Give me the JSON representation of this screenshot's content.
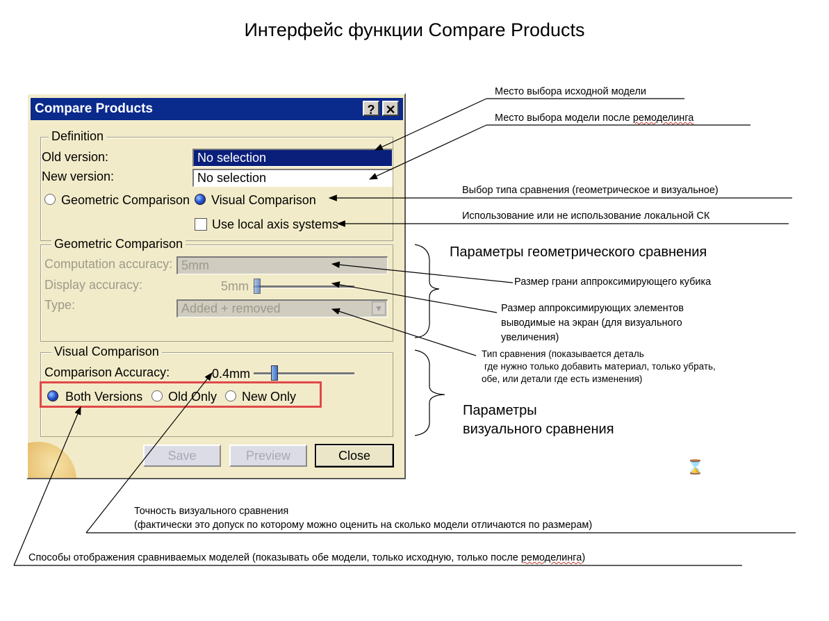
{
  "page_title": "Интерфейс функции Compare Products",
  "dialog": {
    "title": "Compare Products",
    "help_label": "?",
    "close_label": "✕",
    "definition": {
      "legend": "Definition",
      "old_version_label": "Old version:",
      "old_version_value": "No selection",
      "new_version_label": "New version:",
      "new_version_value": "No selection",
      "geometric_radio": "Geometric Comparison",
      "visual_radio": "Visual Comparison",
      "selected_mode": "Visual Comparison",
      "local_axis_label": "Use local axis systems",
      "local_axis_checked": false
    },
    "geometric": {
      "legend": "Geometric Comparison",
      "computation_label": "Computation accuracy:",
      "computation_value": "5mm",
      "display_label": "Display accuracy:",
      "display_value": "5mm",
      "type_label": "Type:",
      "type_value": "Added + removed"
    },
    "visual": {
      "legend": "Visual Comparison",
      "accuracy_label": "Comparison Accuracy:",
      "accuracy_value": "0.4mm",
      "both_label": "Both Versions",
      "old_only_label": "Old Only",
      "new_only_label": "New Only",
      "selected_display": "Both Versions"
    },
    "buttons": {
      "save": "Save",
      "preview": "Preview",
      "close": "Close"
    }
  },
  "annotations": {
    "old_model": "Место выбора исходной модели",
    "new_model_prefix": "Место выбора модели после ",
    "new_model_word": "ремоделинга",
    "comparison_type": "Выбор типа сравнения (геометрическое и визуальное)",
    "local_axis": "Использование или не использование локальной СК",
    "geometric_params": "Параметры геометрического сравнения",
    "cube_size": "Размер грани аппроксимирующего кубика",
    "display_elements_1": "Размер аппроксимирующих элементов",
    "display_elements_2": "выводимые на экран (для визуального",
    "display_elements_3": "увеличения)",
    "type_1": "Тип сравнения (показывается деталь",
    "type_2": "где нужно только добавить материал, только убрать,",
    "type_3": "обе, или детали где есть изменения)",
    "visual_params_1": "Параметры",
    "visual_params_2": "визуального сравнения",
    "accuracy_1": "Точность визуального сравнения",
    "accuracy_2": "(фактически это допуск по которому можно оценить на сколько модели отличаются по размерам)",
    "display_modes_prefix": "Способы отображения сравниваемых моделей (показывать обе модели, только исходную, только после ",
    "display_modes_word": "ремоделинга",
    "display_modes_suffix": ")"
  }
}
